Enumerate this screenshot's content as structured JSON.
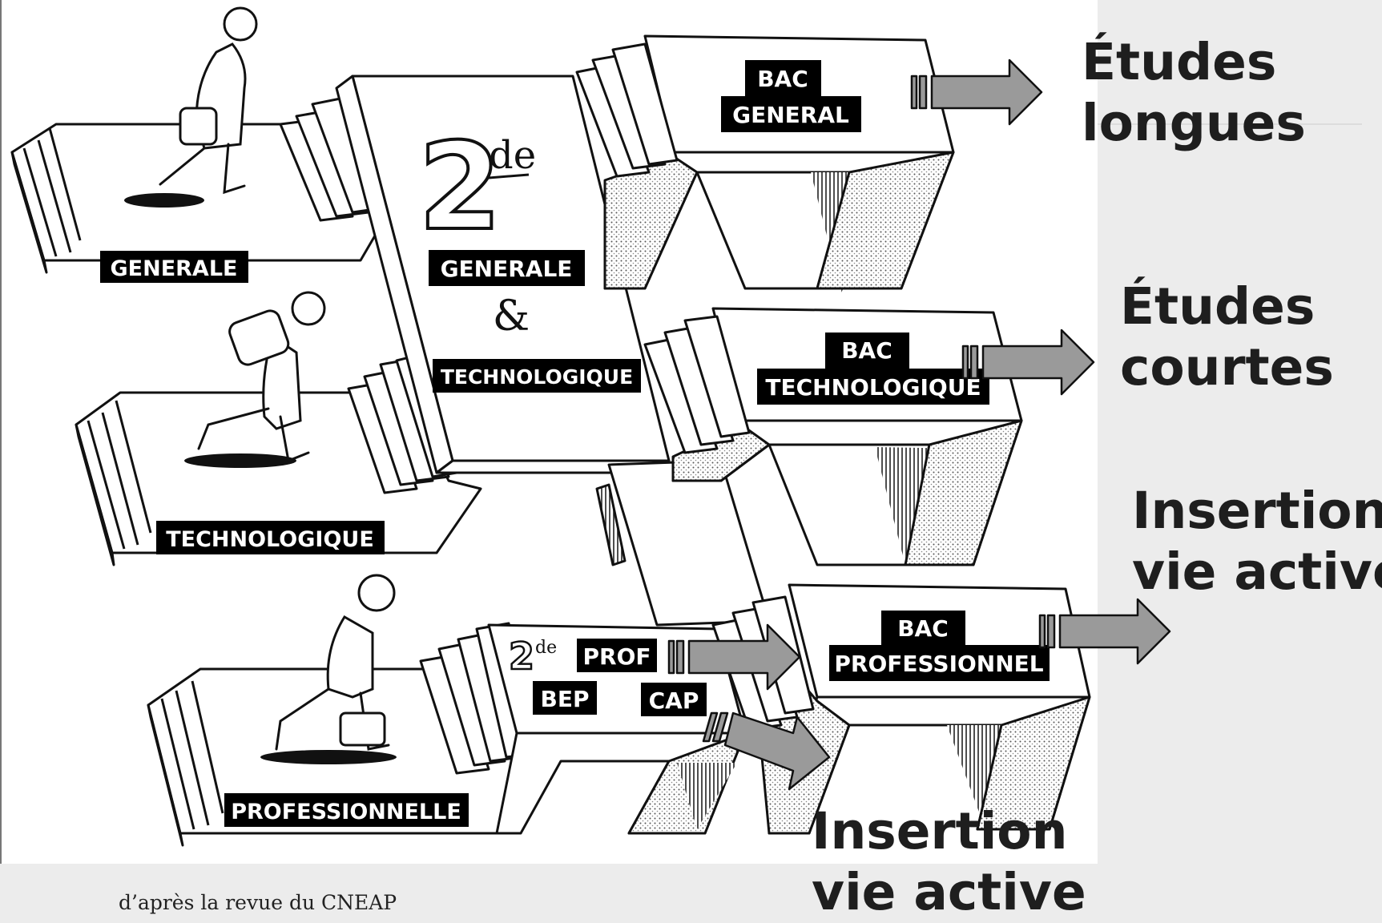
{
  "stairs": {
    "entry_generale": "GENERALE",
    "entry_technologique": "TECHNOLOGIQUE",
    "entry_professionnelle": "PROFESSIONNELLE"
  },
  "seconde": {
    "number": "2",
    "suffix": "de",
    "line1": "GENERALE",
    "ampersand": "&",
    "line2": "TECHNOLOGIQUE"
  },
  "pro_block": {
    "number": "2",
    "suffix": "de",
    "prof": "PROF",
    "bep": "BEP",
    "cap": "CAP"
  },
  "bacs": {
    "general": [
      "BAC",
      "GENERAL"
    ],
    "technologique": [
      "BAC",
      "TECHNOLOGIQUE"
    ],
    "professionnel": [
      "BAC",
      "PROFESSIONNEL"
    ]
  },
  "outcomes": {
    "long": [
      "Études",
      "longues"
    ],
    "short": [
      "Études",
      "courtes"
    ],
    "work_top": [
      "Insertion",
      "vie active"
    ],
    "work_bottom": [
      "Insertion",
      "vie active"
    ]
  },
  "source": "d’après la revue du CNEAP",
  "colors": {
    "background": "#ececec",
    "panel": "#ffffff",
    "arrow": "#9a9a9a",
    "text": "#1e1e1e",
    "label_bg": "#000000"
  }
}
